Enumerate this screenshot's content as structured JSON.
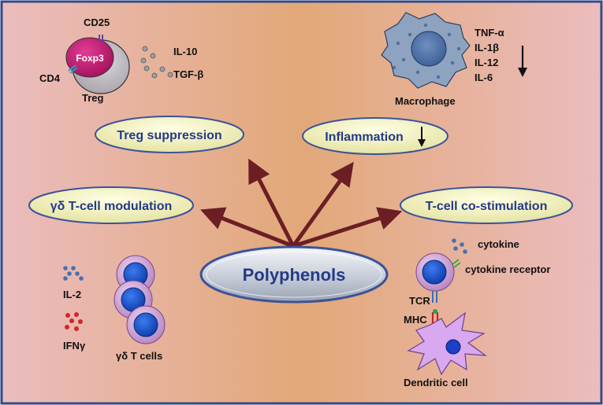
{
  "center": {
    "label": "Polyphenols"
  },
  "effects": {
    "treg_suppression": "Treg suppression",
    "inflammation": "Inflammation",
    "gd_modulation": "γδ T-cell modulation",
    "costimulation": "T-cell co-stimulation"
  },
  "treg": {
    "cd25": "CD25",
    "cd4": "CD4",
    "foxp3": "Foxp3",
    "cell": "Treg",
    "il10": "IL-10",
    "tgfb": "TGF-β"
  },
  "macrophage": {
    "cytokines": [
      "TNF-α",
      "IL-1β",
      "IL-12",
      "IL-6"
    ],
    "cell": "Macrophage"
  },
  "gd_tcells": {
    "il2": "IL-2",
    "ifng": "IFNγ",
    "cells": "γδ T cells"
  },
  "dendritic": {
    "cytokine": "cytokine",
    "receptor": "cytokine receptor",
    "tcr": "TCR",
    "mhc": "MHC",
    "cell": "Dendritic cell"
  },
  "colors": {
    "frame": "#2f4a8a",
    "arrow": "#6b1e24",
    "oval_text": "#243a86",
    "treg_cell": "#b0b0b8",
    "foxp3_nucleus": "#c0156f",
    "macrophage": "#8ea3c0",
    "dendritic": "#d8a8f0",
    "gd_cell_outer": "#c99bd2",
    "gd_cell_nucleus": "#1f5ad8"
  }
}
